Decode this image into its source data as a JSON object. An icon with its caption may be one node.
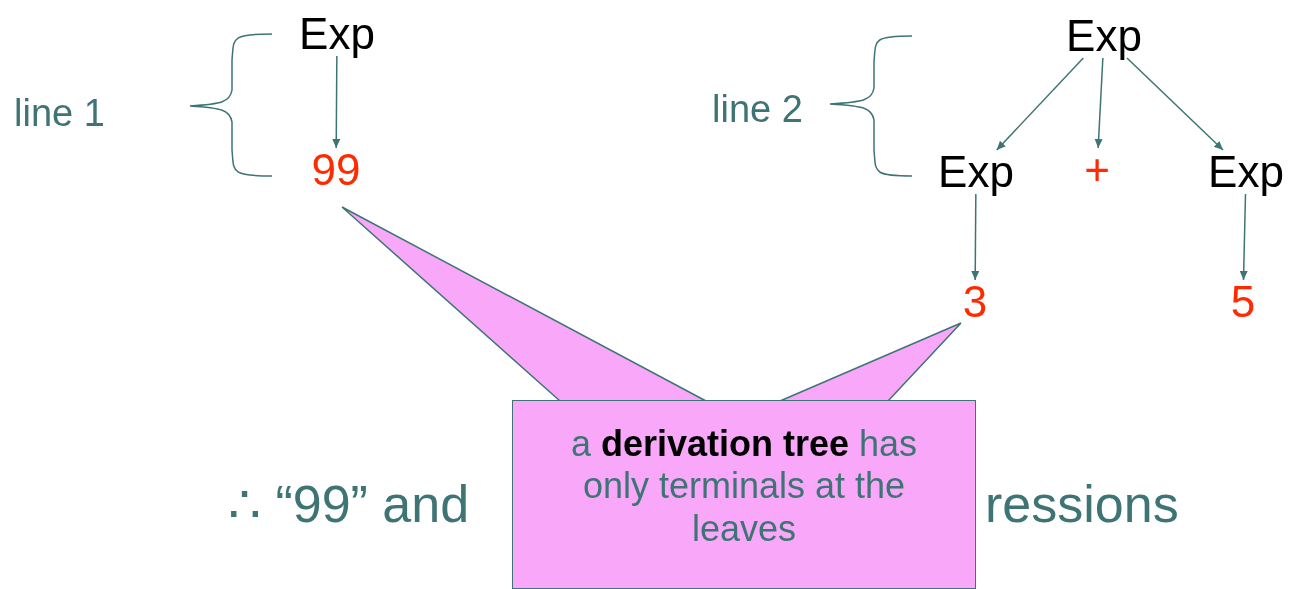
{
  "diagram": {
    "nodes": [
      {
        "text": [
          "Exp"
        ]
      },
      {
        "text": [
          "99"
        ]
      },
      {
        "text": [
          "Exp"
        ]
      },
      {
        "text": [
          "Exp"
        ]
      },
      {
        "text": [
          "+"
        ]
      },
      {
        "text": [
          "Exp"
        ]
      },
      {
        "text": [
          "3"
        ]
      },
      {
        "text": [
          "5"
        ]
      },
      {
        "text": [
          "a **derivation tree** has only terminals at the leaves"
        ]
      }
    ],
    "edges": [
      {
        "from": 0,
        "to": 1,
        "arrow": "to"
      },
      {
        "from": 2,
        "to": 3,
        "arrow": "to"
      },
      {
        "from": 2,
        "to": 4,
        "arrow": "to"
      },
      {
        "from": 2,
        "to": 5,
        "arrow": "to"
      },
      {
        "from": 3,
        "to": 6,
        "arrow": "to"
      },
      {
        "from": 5,
        "to": 7,
        "arrow": "to"
      },
      {
        "from": 8,
        "to": 1,
        "arrow": "none"
      },
      {
        "from": 8,
        "to": 6,
        "arrow": "none"
      }
    ],
    "labels": [
      "line 1",
      "line 2",
      "∴ “99” and",
      "ressions"
    ]
  }
}
